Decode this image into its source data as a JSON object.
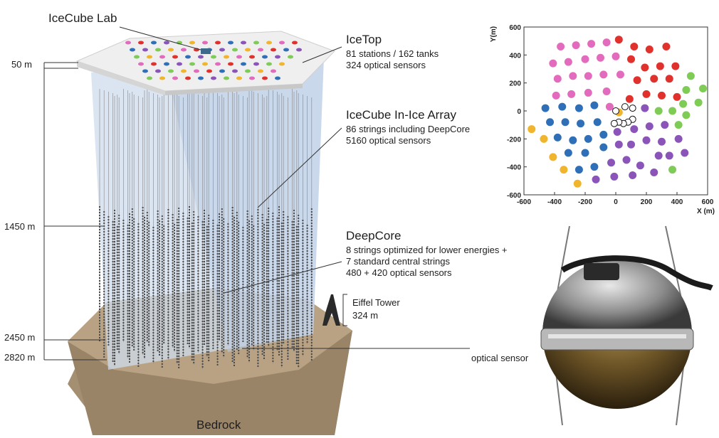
{
  "labels": {
    "icecube_lab": "IceCube Lab",
    "icetop_title": "IceTop",
    "icetop_line1": "81 stations / 162 tanks",
    "icetop_line2": "324 optical sensors",
    "inice_title": "IceCube In-Ice Array",
    "inice_line1": "86 strings including DeepCore",
    "inice_line2": "5160 optical sensors",
    "deepcore_title": "DeepCore",
    "deepcore_line1": "8 strings optimized for lower energies +",
    "deepcore_line2": "7 standard central strings",
    "deepcore_line3": "480 + 420 optical sensors",
    "eiffel_title": "Eiffel Tower",
    "eiffel_height": "324 m",
    "bedrock": "Bedrock",
    "optical_sensor": "optical sensor"
  },
  "depths": [
    "50 m",
    "1450 m",
    "2450 m",
    "2820 m"
  ],
  "colors": {
    "red": "#e0312d",
    "magenta": "#e36bbd",
    "blue": "#2f6fb8",
    "purple": "#8b54b9",
    "green": "#7ecb55",
    "yellow": "#f0b52c",
    "ice": "#cfdcee",
    "bedrock": "#a58f72",
    "string": "#5a5a5a"
  },
  "chart_data": {
    "type": "scatter",
    "xlabel": "X (m)",
    "ylabel": "Y(m)",
    "xlim": [
      -600,
      600
    ],
    "ylim": [
      -600,
      600
    ],
    "xticks": [
      "-600",
      "-400",
      "-200",
      "0",
      "200",
      "400",
      "600"
    ],
    "yticks": [
      "600",
      "400",
      "200",
      "0",
      "-200",
      "-400",
      "-600"
    ],
    "grid": false,
    "points": [
      {
        "x": 20,
        "y": 510,
        "c": "red"
      },
      {
        "x": -360,
        "y": 460,
        "c": "magenta"
      },
      {
        "x": -260,
        "y": 470,
        "c": "magenta"
      },
      {
        "x": -160,
        "y": 480,
        "c": "magenta"
      },
      {
        "x": -60,
        "y": 490,
        "c": "magenta"
      },
      {
        "x": 120,
        "y": 460,
        "c": "red"
      },
      {
        "x": 220,
        "y": 440,
        "c": "red"
      },
      {
        "x": 330,
        "y": 460,
        "c": "red"
      },
      {
        "x": -410,
        "y": 340,
        "c": "magenta"
      },
      {
        "x": -310,
        "y": 350,
        "c": "magenta"
      },
      {
        "x": -200,
        "y": 370,
        "c": "magenta"
      },
      {
        "x": -100,
        "y": 380,
        "c": "magenta"
      },
      {
        "x": 0,
        "y": 390,
        "c": "magenta"
      },
      {
        "x": 100,
        "y": 370,
        "c": "red"
      },
      {
        "x": 190,
        "y": 310,
        "c": "red"
      },
      {
        "x": 290,
        "y": 320,
        "c": "red"
      },
      {
        "x": 390,
        "y": 320,
        "c": "red"
      },
      {
        "x": -380,
        "y": 230,
        "c": "magenta"
      },
      {
        "x": -280,
        "y": 250,
        "c": "magenta"
      },
      {
        "x": -180,
        "y": 250,
        "c": "magenta"
      },
      {
        "x": -80,
        "y": 260,
        "c": "magenta"
      },
      {
        "x": 30,
        "y": 260,
        "c": "magenta"
      },
      {
        "x": 140,
        "y": 220,
        "c": "red"
      },
      {
        "x": 250,
        "y": 230,
        "c": "red"
      },
      {
        "x": 350,
        "y": 230,
        "c": "red"
      },
      {
        "x": 490,
        "y": 250,
        "c": "green"
      },
      {
        "x": -390,
        "y": 110,
        "c": "magenta"
      },
      {
        "x": -290,
        "y": 120,
        "c": "magenta"
      },
      {
        "x": -180,
        "y": 130,
        "c": "magenta"
      },
      {
        "x": -60,
        "y": 140,
        "c": "magenta"
      },
      {
        "x": 90,
        "y": 85,
        "c": "red"
      },
      {
        "x": 200,
        "y": 120,
        "c": "red"
      },
      {
        "x": 300,
        "y": 110,
        "c": "red"
      },
      {
        "x": 400,
        "y": 100,
        "c": "red"
      },
      {
        "x": 460,
        "y": 150,
        "c": "green"
      },
      {
        "x": 570,
        "y": 160,
        "c": "green"
      },
      {
        "x": -460,
        "y": 20,
        "c": "blue"
      },
      {
        "x": -350,
        "y": 30,
        "c": "blue"
      },
      {
        "x": -240,
        "y": 20,
        "c": "blue"
      },
      {
        "x": -140,
        "y": 40,
        "c": "blue"
      },
      {
        "x": -40,
        "y": 30,
        "c": "magenta"
      },
      {
        "x": 440,
        "y": 50,
        "c": "green"
      },
      {
        "x": 540,
        "y": 60,
        "c": "green"
      },
      {
        "x": -430,
        "y": -80,
        "c": "blue"
      },
      {
        "x": -330,
        "y": -80,
        "c": "blue"
      },
      {
        "x": -230,
        "y": -90,
        "c": "blue"
      },
      {
        "x": -120,
        "y": -80,
        "c": "blue"
      },
      {
        "x": 20,
        "y": -10,
        "c": "yellow"
      },
      {
        "x": 190,
        "y": 20,
        "c": "purple"
      },
      {
        "x": 280,
        "y": 0,
        "c": "green"
      },
      {
        "x": 370,
        "y": 0,
        "c": "green"
      },
      {
        "x": 460,
        "y": -30,
        "c": "green"
      },
      {
        "x": -550,
        "y": -130,
        "c": "yellow"
      },
      {
        "x": -470,
        "y": -200,
        "c": "yellow"
      },
      {
        "x": -380,
        "y": -190,
        "c": "blue"
      },
      {
        "x": -280,
        "y": -210,
        "c": "blue"
      },
      {
        "x": -180,
        "y": -200,
        "c": "blue"
      },
      {
        "x": -80,
        "y": -170,
        "c": "blue"
      },
      {
        "x": 10,
        "y": -150,
        "c": "purple"
      },
      {
        "x": 120,
        "y": -130,
        "c": "purple"
      },
      {
        "x": 220,
        "y": -110,
        "c": "purple"
      },
      {
        "x": 320,
        "y": -100,
        "c": "purple"
      },
      {
        "x": 410,
        "y": -100,
        "c": "green"
      },
      {
        "x": -410,
        "y": -330,
        "c": "yellow"
      },
      {
        "x": -310,
        "y": -300,
        "c": "blue"
      },
      {
        "x": -200,
        "y": -300,
        "c": "blue"
      },
      {
        "x": -80,
        "y": -260,
        "c": "blue"
      },
      {
        "x": 20,
        "y": -240,
        "c": "purple"
      },
      {
        "x": 100,
        "y": -240,
        "c": "purple"
      },
      {
        "x": 200,
        "y": -210,
        "c": "purple"
      },
      {
        "x": 300,
        "y": -220,
        "c": "purple"
      },
      {
        "x": 410,
        "y": -200,
        "c": "purple"
      },
      {
        "x": 450,
        "y": -300,
        "c": "purple"
      },
      {
        "x": -340,
        "y": -420,
        "c": "yellow"
      },
      {
        "x": -240,
        "y": -420,
        "c": "blue"
      },
      {
        "x": -140,
        "y": -400,
        "c": "blue"
      },
      {
        "x": -30,
        "y": -370,
        "c": "purple"
      },
      {
        "x": 70,
        "y": -350,
        "c": "purple"
      },
      {
        "x": 160,
        "y": -390,
        "c": "purple"
      },
      {
        "x": 280,
        "y": -320,
        "c": "purple"
      },
      {
        "x": 350,
        "y": -320,
        "c": "purple"
      },
      {
        "x": 370,
        "y": -420,
        "c": "green"
      },
      {
        "x": -250,
        "y": -520,
        "c": "yellow"
      },
      {
        "x": -130,
        "y": -490,
        "c": "purple"
      },
      {
        "x": -10,
        "y": -470,
        "c": "purple"
      },
      {
        "x": 110,
        "y": -460,
        "c": "purple"
      },
      {
        "x": 250,
        "y": -440,
        "c": "purple"
      }
    ],
    "deepcore_points": [
      {
        "x": 0,
        "y": 0
      },
      {
        "x": 60,
        "y": 30
      },
      {
        "x": 110,
        "y": 20
      },
      {
        "x": 110,
        "y": -60
      },
      {
        "x": 80,
        "y": -80
      },
      {
        "x": 50,
        "y": -90
      },
      {
        "x": 20,
        "y": -80
      },
      {
        "x": -10,
        "y": -90
      }
    ]
  }
}
